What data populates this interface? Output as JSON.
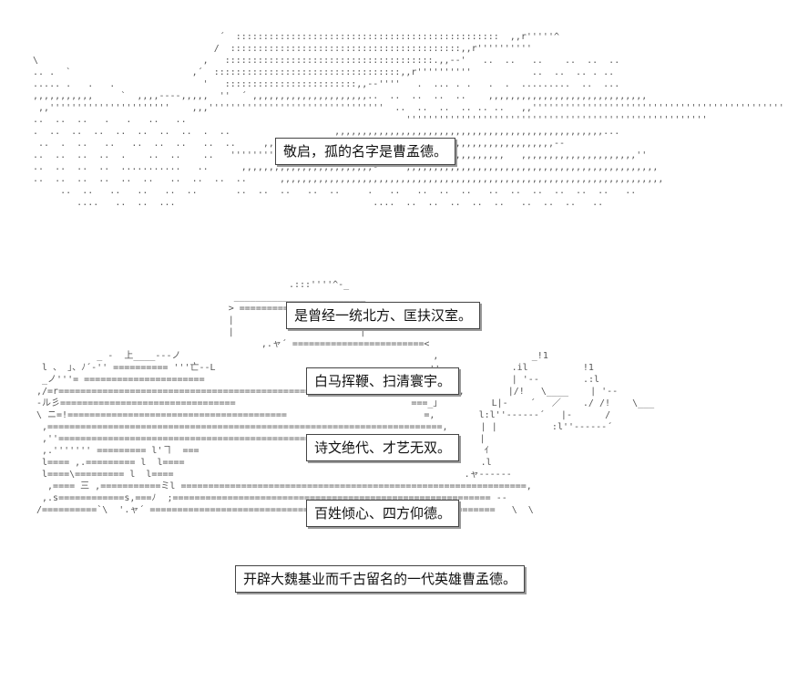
{
  "captions": {
    "c1": "敬启，孤的名字是曹孟德。",
    "c2": "是曾经一统北方、匡扶汉室。",
    "c3": "白马挥鞭、扫清寰宇。",
    "c4": "诗文绝代、才艺无双。",
    "c5": "百姓倾心、四方仰德。",
    "c6": "开辟大魏基业而千古留名的一代英雄曹孟德。"
  }
}
